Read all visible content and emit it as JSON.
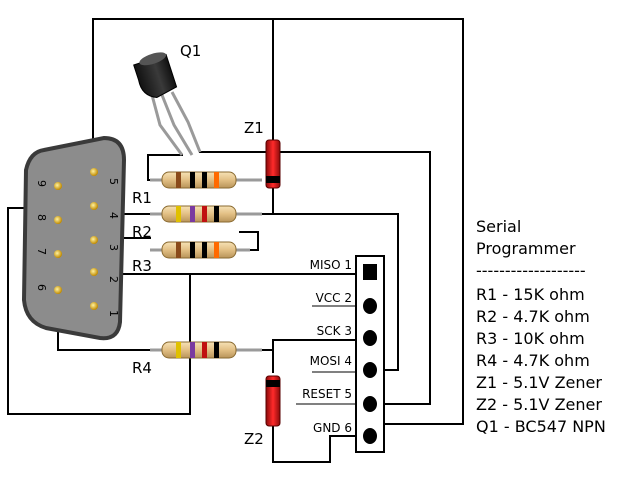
{
  "labels": {
    "q1": "Q1",
    "r1": "R1",
    "r2": "R2",
    "r3": "R3",
    "r4": "R4",
    "z1": "Z1",
    "z2": "Z2"
  },
  "db9_pins": [
    "1",
    "2",
    "3",
    "4",
    "5",
    "6",
    "7",
    "8",
    "9"
  ],
  "header_pins": [
    {
      "label": "MISO 1"
    },
    {
      "label": "VCC 2"
    },
    {
      "label": "SCK 3"
    },
    {
      "label": "MOSI 4"
    },
    {
      "label": "RESET 5"
    },
    {
      "label": "GND 6"
    }
  ],
  "legend": {
    "title_line1": "Serial",
    "title_line2": "Programmer",
    "divider": "-------------------",
    "items": [
      "R1 - 15K ohm",
      "R2 - 4.7K ohm",
      "R3 - 10K ohm",
      "R4 - 4.7K ohm",
      "Z1 - 5.1V Zener",
      "Z2 - 5.1V Zener",
      "Q1 - BC547 NPN"
    ]
  },
  "colors": {
    "connector_body": "#8c8c8c",
    "connector_edge": "#3a3a3a",
    "pin_gold": "#d9a400",
    "resistor_body": "#e8c98f",
    "zener_body": "#e01b1b",
    "transistor": "#2b2b2b"
  }
}
